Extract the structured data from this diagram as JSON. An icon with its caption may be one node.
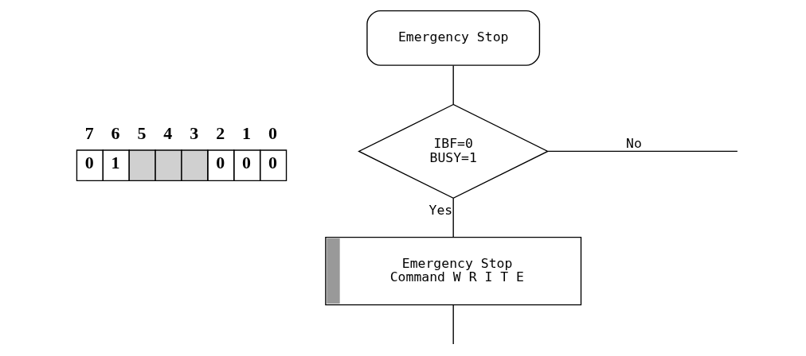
{
  "diagram": {
    "nodes": [
      {
        "text": [
          "Emergency Stop"
        ]
      },
      {
        "text": [
          "IBF=0 BUSY=1"
        ]
      },
      {
        "text": [
          "Emergency Stop Command W R I T E"
        ]
      }
    ],
    "edges": [
      {
        "from": 0,
        "to": 1,
        "arrow": "none"
      },
      {
        "from": 1,
        "to": 2,
        "arrow": "none",
        "label": "Yes"
      },
      {
        "from": 1,
        "to": null,
        "arrow": "none",
        "label": "No"
      },
      {
        "from": 2,
        "to": null,
        "arrow": "none"
      }
    ],
    "labels": [
      "7",
      "6",
      "5",
      "4",
      "3",
      "2",
      "1",
      "0",
      "0",
      "1",
      "0",
      "0",
      "0"
    ]
  }
}
